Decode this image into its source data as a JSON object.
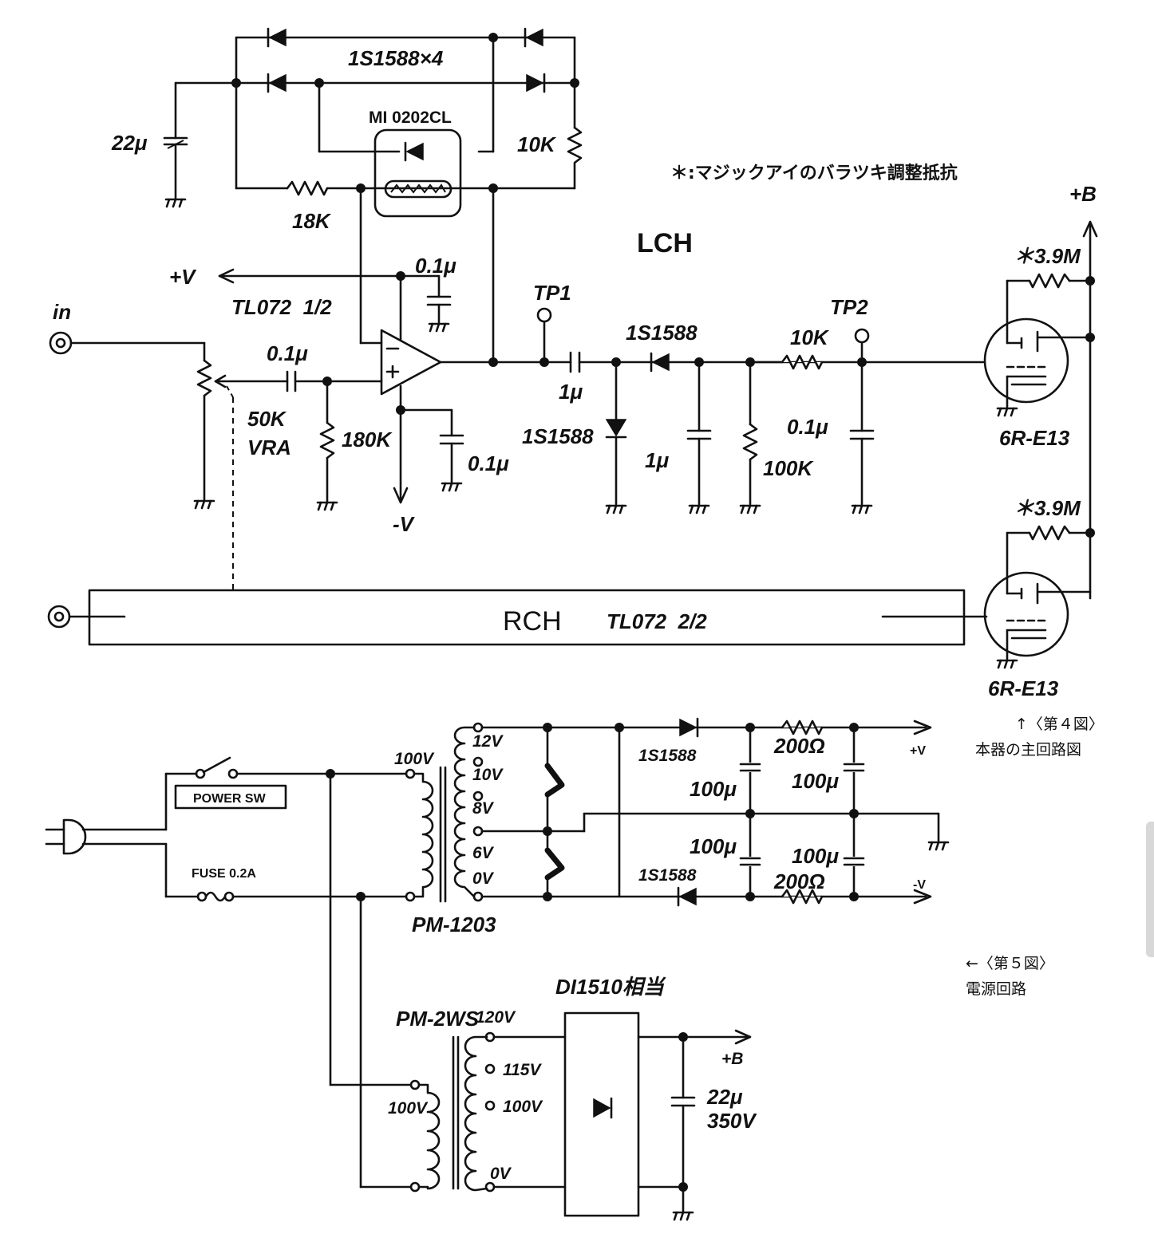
{
  "figure4": {
    "diode_array_label": "1S1588×4",
    "photocoupler_label": "MI 0202CL",
    "note": "＊:マジックアイのバラツキ調整抵抗",
    "channel_left": "LCH",
    "channel_right": "RCH",
    "opamp_left": "TL072  1/2",
    "opamp_right": "TL072  2/2",
    "input_label": "in",
    "pos_supply": "+V",
    "neg_supply": "-V",
    "b_supply": "+B",
    "c22u": "22μ",
    "r10k_top": "10K",
    "r18k": "18K",
    "c01_top": "0.1μ",
    "c01_in": "0.1μ",
    "vr_value": "50K",
    "vr_name": "VRA",
    "r180k": "180K",
    "c01_neg": "0.1μ",
    "tp1": "TP1",
    "tp2": "TP2",
    "c1u_series": "1μ",
    "d_series": "1S1588",
    "d_shunt": "1S1588",
    "c1u_shunt": "1μ",
    "r100k": "100K",
    "r10k_out": "10K",
    "c01_out": "0.1μ",
    "r39m_top": "＊3.9M",
    "r39m_bot": "＊3.9M",
    "tube_top": "6R-E13",
    "tube_bot": "6R-E13",
    "caption_line1": "↑〈第４図〉",
    "caption_line2": "本器の主回路図"
  },
  "figure5": {
    "power_sw": "POWER SW",
    "fuse": "FUSE 0.2A",
    "t1_name": "PM-1203",
    "t1_primary": "100V",
    "t1_taps": [
      "12V",
      "10V",
      "8V",
      "6V",
      "0V"
    ],
    "d_top": "1S1588",
    "d_bot": "1S1588",
    "r_top": "200Ω",
    "r_bot": "200Ω",
    "c_a": "100μ",
    "c_b": "100μ",
    "c_c": "100μ",
    "c_d": "100μ",
    "out_pos": "+V",
    "out_neg": "-V",
    "t2_name": "PM-2WS",
    "t2_primary": "100V",
    "t2_taps": [
      "120V",
      "115V",
      "100V",
      "0V"
    ],
    "bridge": "DI1510相当",
    "b_out": "+B",
    "c_b_val": "22μ",
    "c_b_volt": "350V",
    "caption_line1": "←〈第５図〉",
    "caption_line2": "電源回路"
  }
}
